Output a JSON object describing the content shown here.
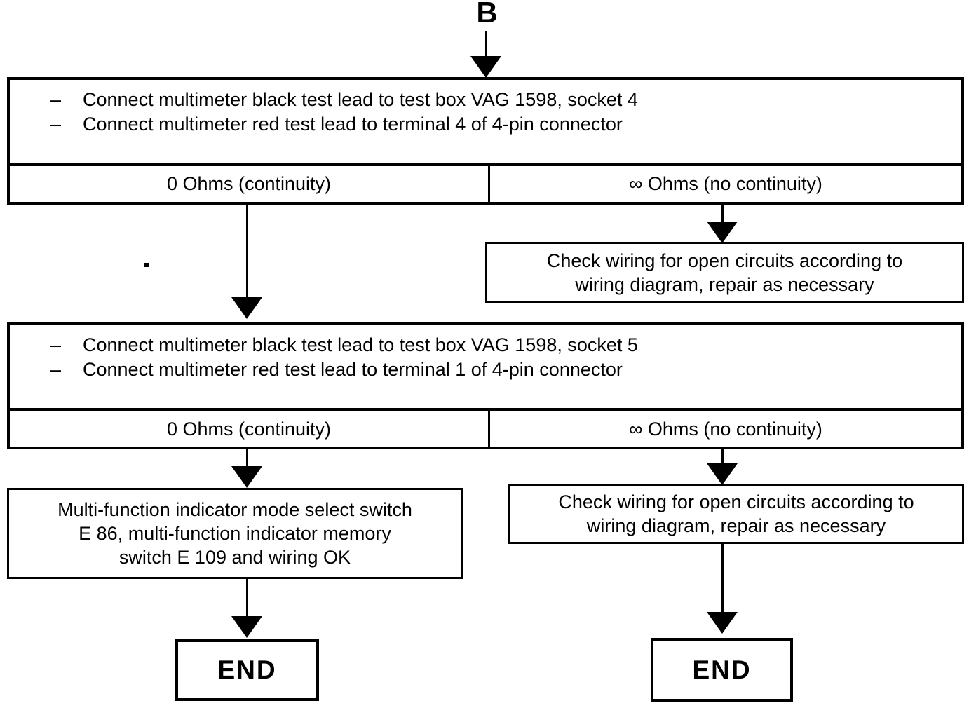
{
  "connector": {
    "label": "B"
  },
  "bullet_char": "–",
  "step1": {
    "instructions": [
      "Connect multimeter black test lead to test box VAG 1598, socket 4",
      "Connect multimeter red test lead to terminal 4 of 4-pin connector"
    ],
    "outcome_left": "0 Ohms (continuity)",
    "outcome_right": "∞ Ohms (no continuity)"
  },
  "check_wiring_top": {
    "line1": "Check wiring for open circuits according to",
    "line2": "wiring diagram, repair as necessary"
  },
  "step2": {
    "instructions": [
      "Connect multimeter black test lead to test box VAG 1598, socket 5",
      "Connect multimeter red test lead to terminal 1 of 4-pin connector"
    ],
    "outcome_left": "0 Ohms (continuity)",
    "outcome_right": "∞ Ohms (no continuity)"
  },
  "result_ok": {
    "line1": "Multi-function indicator mode select switch",
    "line2": "E 86, multi-function indicator memory",
    "line3": "switch E 109 and wiring OK"
  },
  "check_wiring_bottom": {
    "line1": "Check wiring for open circuits according to",
    "line2": "wiring diagram, repair as necessary"
  },
  "end_left": {
    "label": "END"
  },
  "end_right": {
    "label": "END"
  }
}
